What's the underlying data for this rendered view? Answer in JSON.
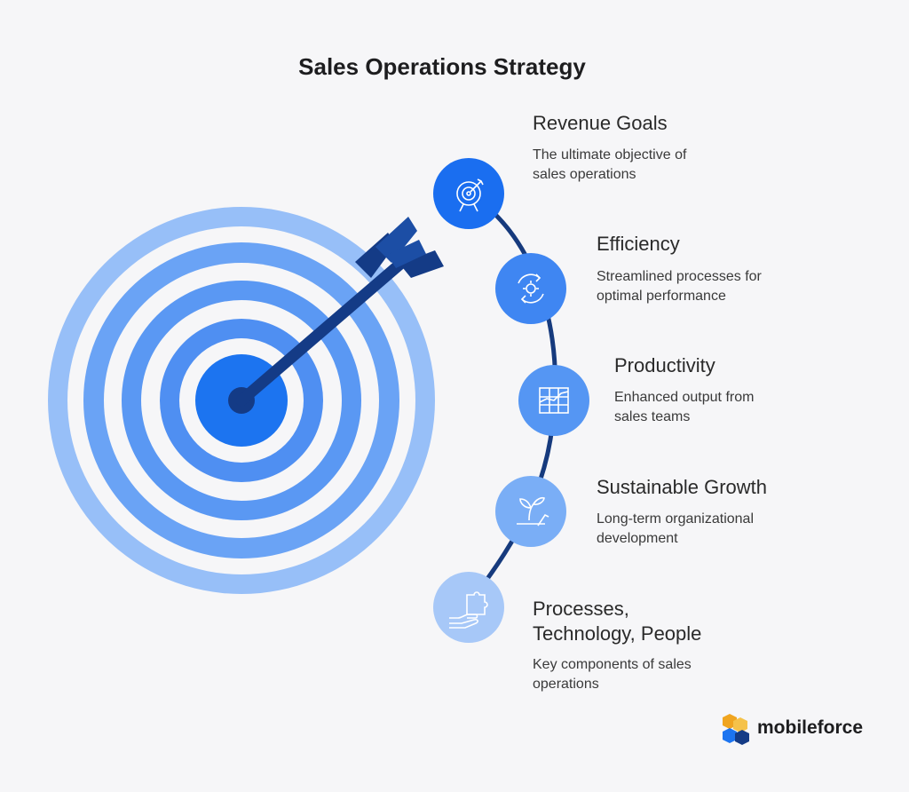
{
  "title": "Sales Operations Strategy",
  "colors": {
    "background": "#f6f6f8",
    "ring_light": "#97bff8",
    "ring_mid": "#6aa3f5",
    "ring_strong": "#4f8ff2",
    "bullseye": "#1c74f0",
    "arrow": "#143b86",
    "path": "#163a7d",
    "node_1": "#1a6ef0",
    "node_2": "#3f86f2",
    "node_3": "#5596f3",
    "node_4": "#7aaef6",
    "node_5": "#a7c8f8"
  },
  "items": [
    {
      "title": "Revenue Goals",
      "desc_lines": [
        "The ultimate objective of",
        "sales operations"
      ],
      "icon": "target-icon"
    },
    {
      "title": "Efficiency",
      "desc_lines": [
        "Streamlined processes for",
        "optimal performance"
      ],
      "icon": "gear-cycle-icon"
    },
    {
      "title": "Productivity",
      "desc_lines": [
        "Enhanced output from",
        "sales teams"
      ],
      "icon": "chart-grid-icon"
    },
    {
      "title": "Sustainable Growth",
      "desc_lines": [
        "Long-term organizational",
        "development"
      ],
      "icon": "plant-hand-icon"
    },
    {
      "title": "Processes,\nTechnology, People",
      "title_lines": [
        "Processes,",
        "Technology, People"
      ],
      "desc_lines": [
        "Key components of sales",
        "operations"
      ],
      "icon": "puzzle-hand-icon"
    }
  ],
  "logo": {
    "text": "mobileforce",
    "icon": "mobileforce-logo-icon"
  }
}
